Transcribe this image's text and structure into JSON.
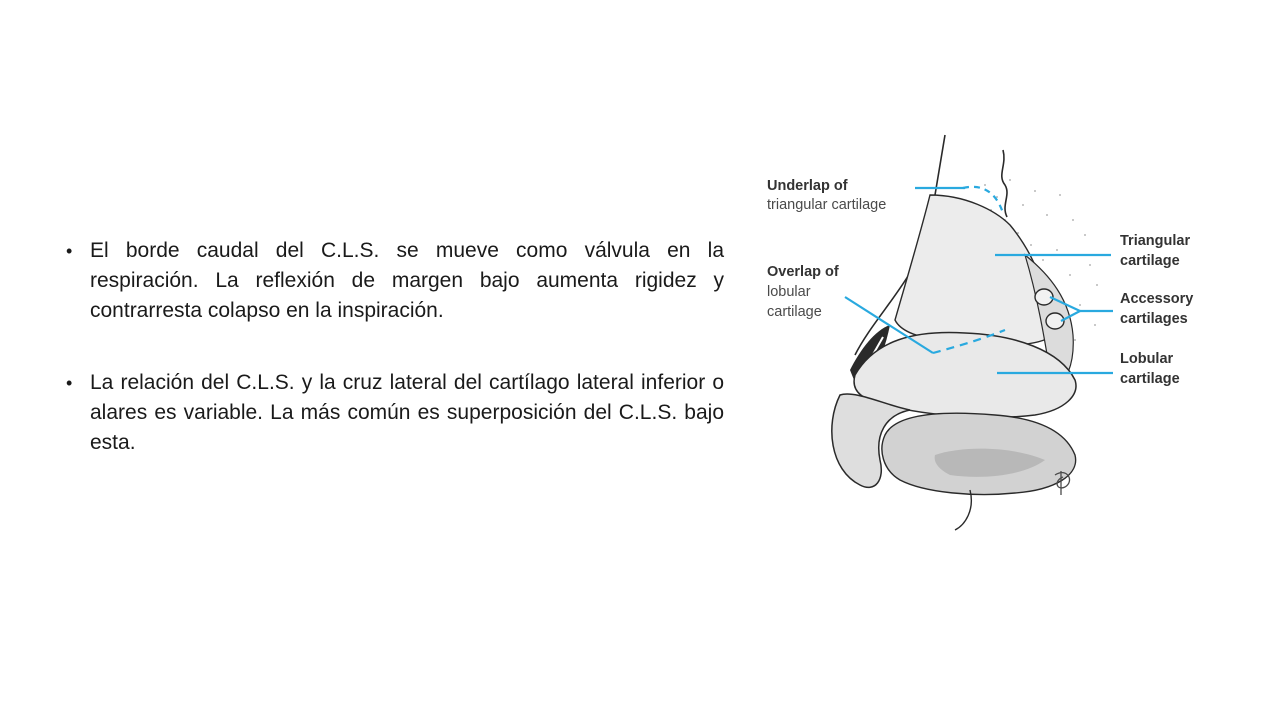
{
  "bullets": [
    {
      "text": "El borde caudal del C.L.S. se mueve como válvula en la respiración. La reflexión de margen bajo aumenta rigidez y contrarresta colapso en la inspiración."
    },
    {
      "text": "La relación del C.L.S. y la cruz lateral del cartílago lateral inferior o alares es variable. La más común es superposición del C.L.S. bajo esta."
    }
  ],
  "figure": {
    "labels": {
      "underlap_line1": "Underlap of",
      "underlap_line2": "triangular cartilage",
      "overlap_line1": "Overlap of",
      "overlap_line2": "lobular",
      "overlap_line3": "cartilage",
      "triangular_line1": "Triangular",
      "triangular_line2": "cartilage",
      "accessory_line1": "Accessory",
      "accessory_line2": "cartilages",
      "lobular_line1": "Lobular",
      "lobular_line2": "cartilage"
    },
    "colors": {
      "leader_line": "#29a9df",
      "outline": "#2a2a2a",
      "cartilage_fill": "#e6e6e6",
      "shadow_fill": "#bdbdbd"
    }
  }
}
